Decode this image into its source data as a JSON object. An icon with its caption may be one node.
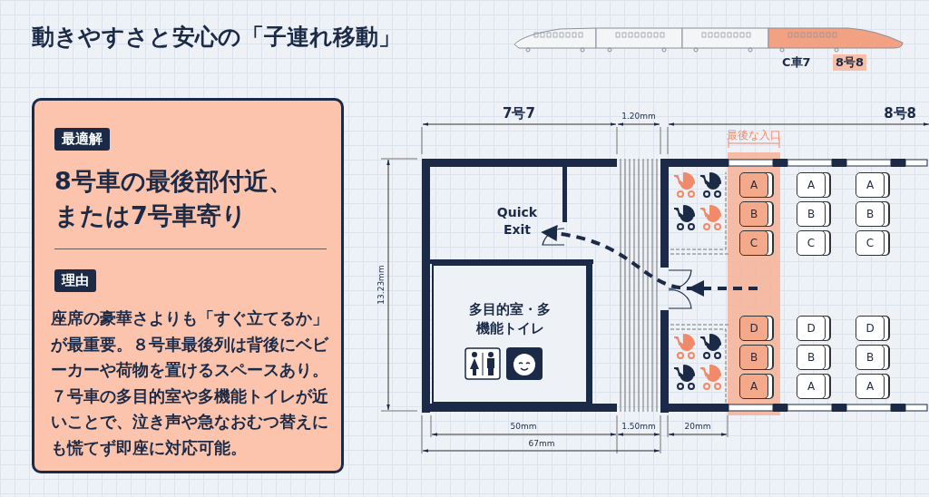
{
  "diagram": {
    "title": "動きやすさと安心の「子連れ移動」",
    "nodes": [
      {
        "text": [
          "最適解",
          "8号車の最後部付近、または7号車寄り",
          "理由",
          "座席の豪華さよりも「すぐ立てるか」が最重要。８号車最後列は背後にベビーカーや荷物を置けるスペースあり。７号車の多目的室や多機能トイレが近いことで、泣き声や急なおむつ替えにも慌てず即座に対応可能。"
        ]
      },
      {
        "text": [
          "Quick Exit"
        ]
      },
      {
        "text": [
          "多目的室・多機能トイレ"
        ]
      },
      {
        "text": [
          "A"
        ]
      },
      {
        "text": [
          "A"
        ]
      },
      {
        "text": [
          "A"
        ]
      },
      {
        "text": [
          "B"
        ]
      },
      {
        "text": [
          "B"
        ]
      },
      {
        "text": [
          "B"
        ]
      },
      {
        "text": [
          "C"
        ]
      },
      {
        "text": [
          "C"
        ]
      },
      {
        "text": [
          "C"
        ]
      },
      {
        "text": [
          "D"
        ]
      },
      {
        "text": [
          "D"
        ]
      },
      {
        "text": [
          "D"
        ]
      },
      {
        "text": [
          "B"
        ]
      },
      {
        "text": [
          "B"
        ]
      },
      {
        "text": [
          "B"
        ]
      },
      {
        "text": [
          "A"
        ]
      },
      {
        "text": [
          "A"
        ]
      },
      {
        "text": [
          "A"
        ]
      }
    ],
    "edges": [
      {
        "from": null,
        "to": 1,
        "arrow": "to",
        "style": "dashed"
      }
    ],
    "labels": [
      "C車7",
      "8号8",
      "7号7",
      "1.20mm",
      "8号8",
      "最後な入口",
      "13.23mm",
      "50mm",
      "1.50mm",
      "20mm",
      "67mm"
    ]
  }
}
